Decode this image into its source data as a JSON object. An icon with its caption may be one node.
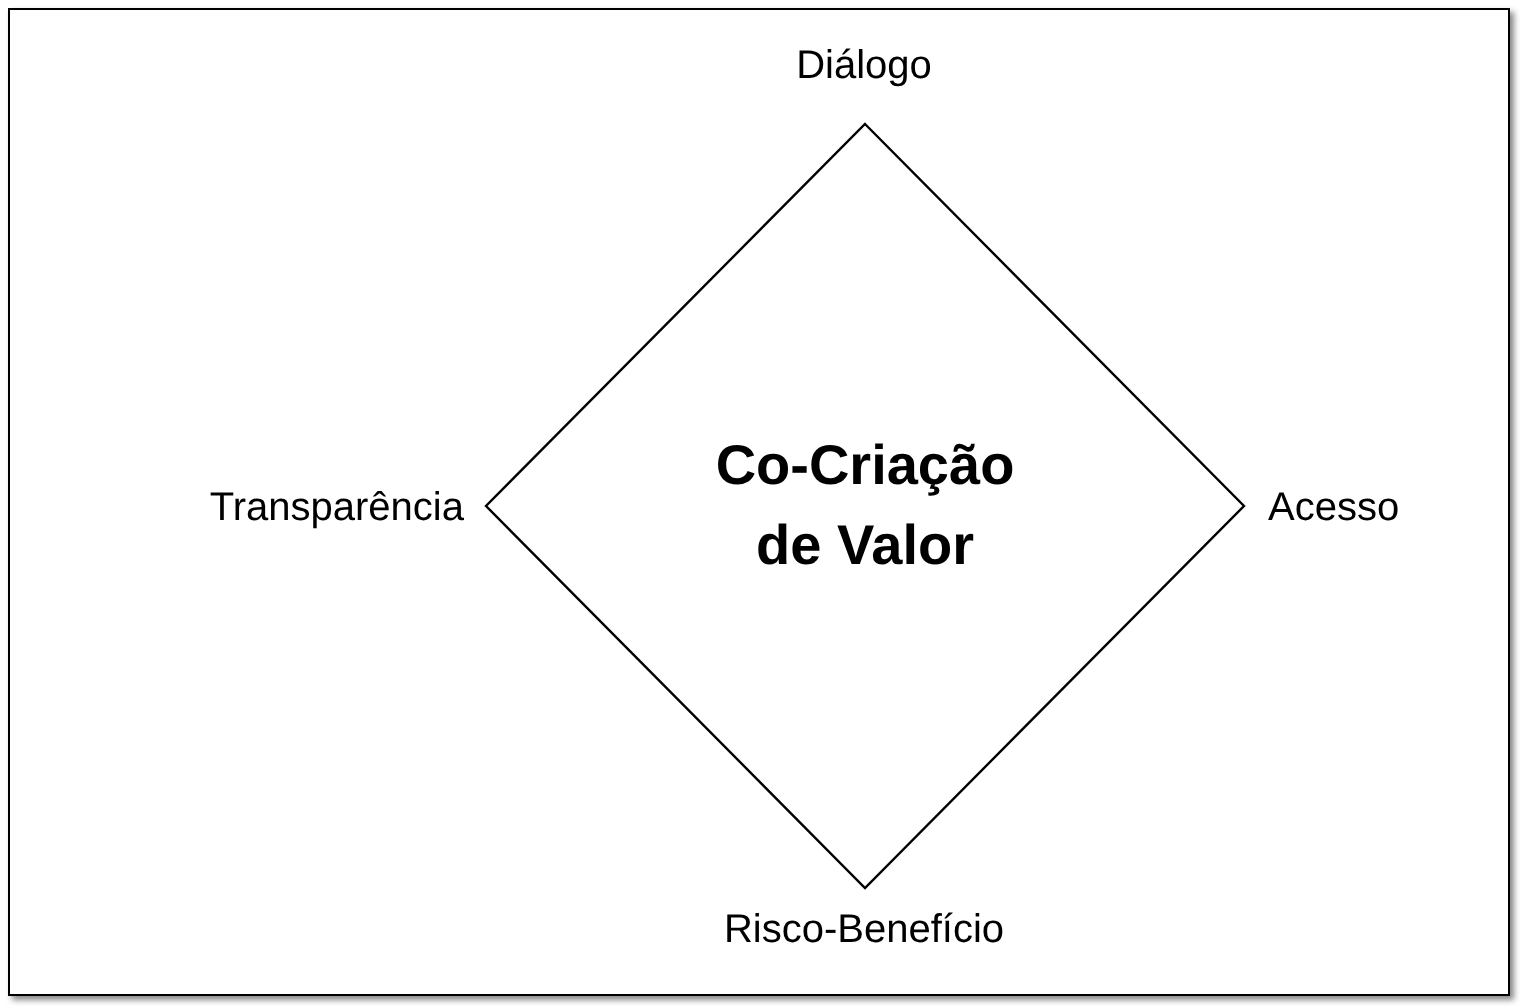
{
  "diagram": {
    "nodes": [
      {
        "text": [
          "Co-Criação de Valor"
        ]
      }
    ],
    "labels": [
      "Diálogo",
      "Transparência",
      "Acesso",
      "Risco-Benefício"
    ]
  }
}
